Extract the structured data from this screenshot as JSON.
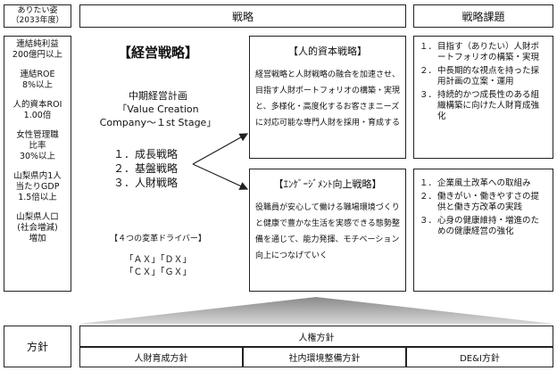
{
  "headers": {
    "goals_line1": "ありたい姿",
    "goals_line2": "（2033年度）",
    "strategy": "戦略",
    "challenges": "戦略課題"
  },
  "goals": [
    [
      "連結純利益",
      "200億円以上"
    ],
    [
      "連結ROE",
      "8%以上"
    ],
    [
      "人的資本ROI",
      "1.00倍"
    ],
    [
      "女性管理職",
      "比率",
      "30%以上"
    ],
    [
      "山梨県内1人",
      "当たりGDP",
      "1.5倍以上"
    ],
    [
      "山梨県人口",
      "(社会増減)",
      "増加"
    ]
  ],
  "management": {
    "title": "【経営戦略】",
    "plan_lines": [
      "中期経営計画",
      "「Value Creation",
      "Company～１st Stage」"
    ],
    "items": [
      "１．成長戦略",
      "２．基盤戦略",
      "３．人財戦略"
    ],
    "drivers_title": "【４つの変革ドライバー】",
    "drivers": [
      "「ＡＸ」「ＤＸ」",
      "「ＣＸ」「ＧＸ」"
    ]
  },
  "human_capital": {
    "title": "【人的資本戦略】",
    "body": "経営戦略と人財戦略の融合を加速させ、目指す人財ポートフォリオの構築・実現と、多様化・高度化するお客さまニーズに対応可能な専門人財を採用・育成する"
  },
  "engagement": {
    "title": "【ｴﾝｹﾞｰｼﾞﾒﾝﾄ向上戦略】",
    "body": "役職員が安心して働ける職場環境づくりと健康で豊かな生活を実感できる態勢整備を通じて、能力発揮、モチベーション向上につなげていく"
  },
  "challenges_top": [
    {
      "num": "１．",
      "text": "目指す（ありたい）人財ポートフォリオの構築・実現"
    },
    {
      "num": "２．",
      "text": "中長期的な視点を持った採用計画の立案・運用"
    },
    {
      "num": "３．",
      "text": "持続的かつ成長性のある組織構築に向けた人財育成強化"
    }
  ],
  "challenges_bottom": [
    {
      "num": "１．",
      "text": "企業風土改革への取組み"
    },
    {
      "num": "２．",
      "text": "働きがい・働きやすさの提供と働き方改革の実践"
    },
    {
      "num": "３．",
      "text": "心身の健康維持・増進のための健康経営の強化"
    }
  ],
  "policy": {
    "label": "方針",
    "main": "人権方針",
    "sub": [
      "人財育成方針",
      "社内環境整備方針",
      "DE&I方針"
    ]
  },
  "colors": {
    "triangle_dark": "#8a8a8a",
    "triangle_light": "#d6d6d6",
    "border": "#222222"
  }
}
